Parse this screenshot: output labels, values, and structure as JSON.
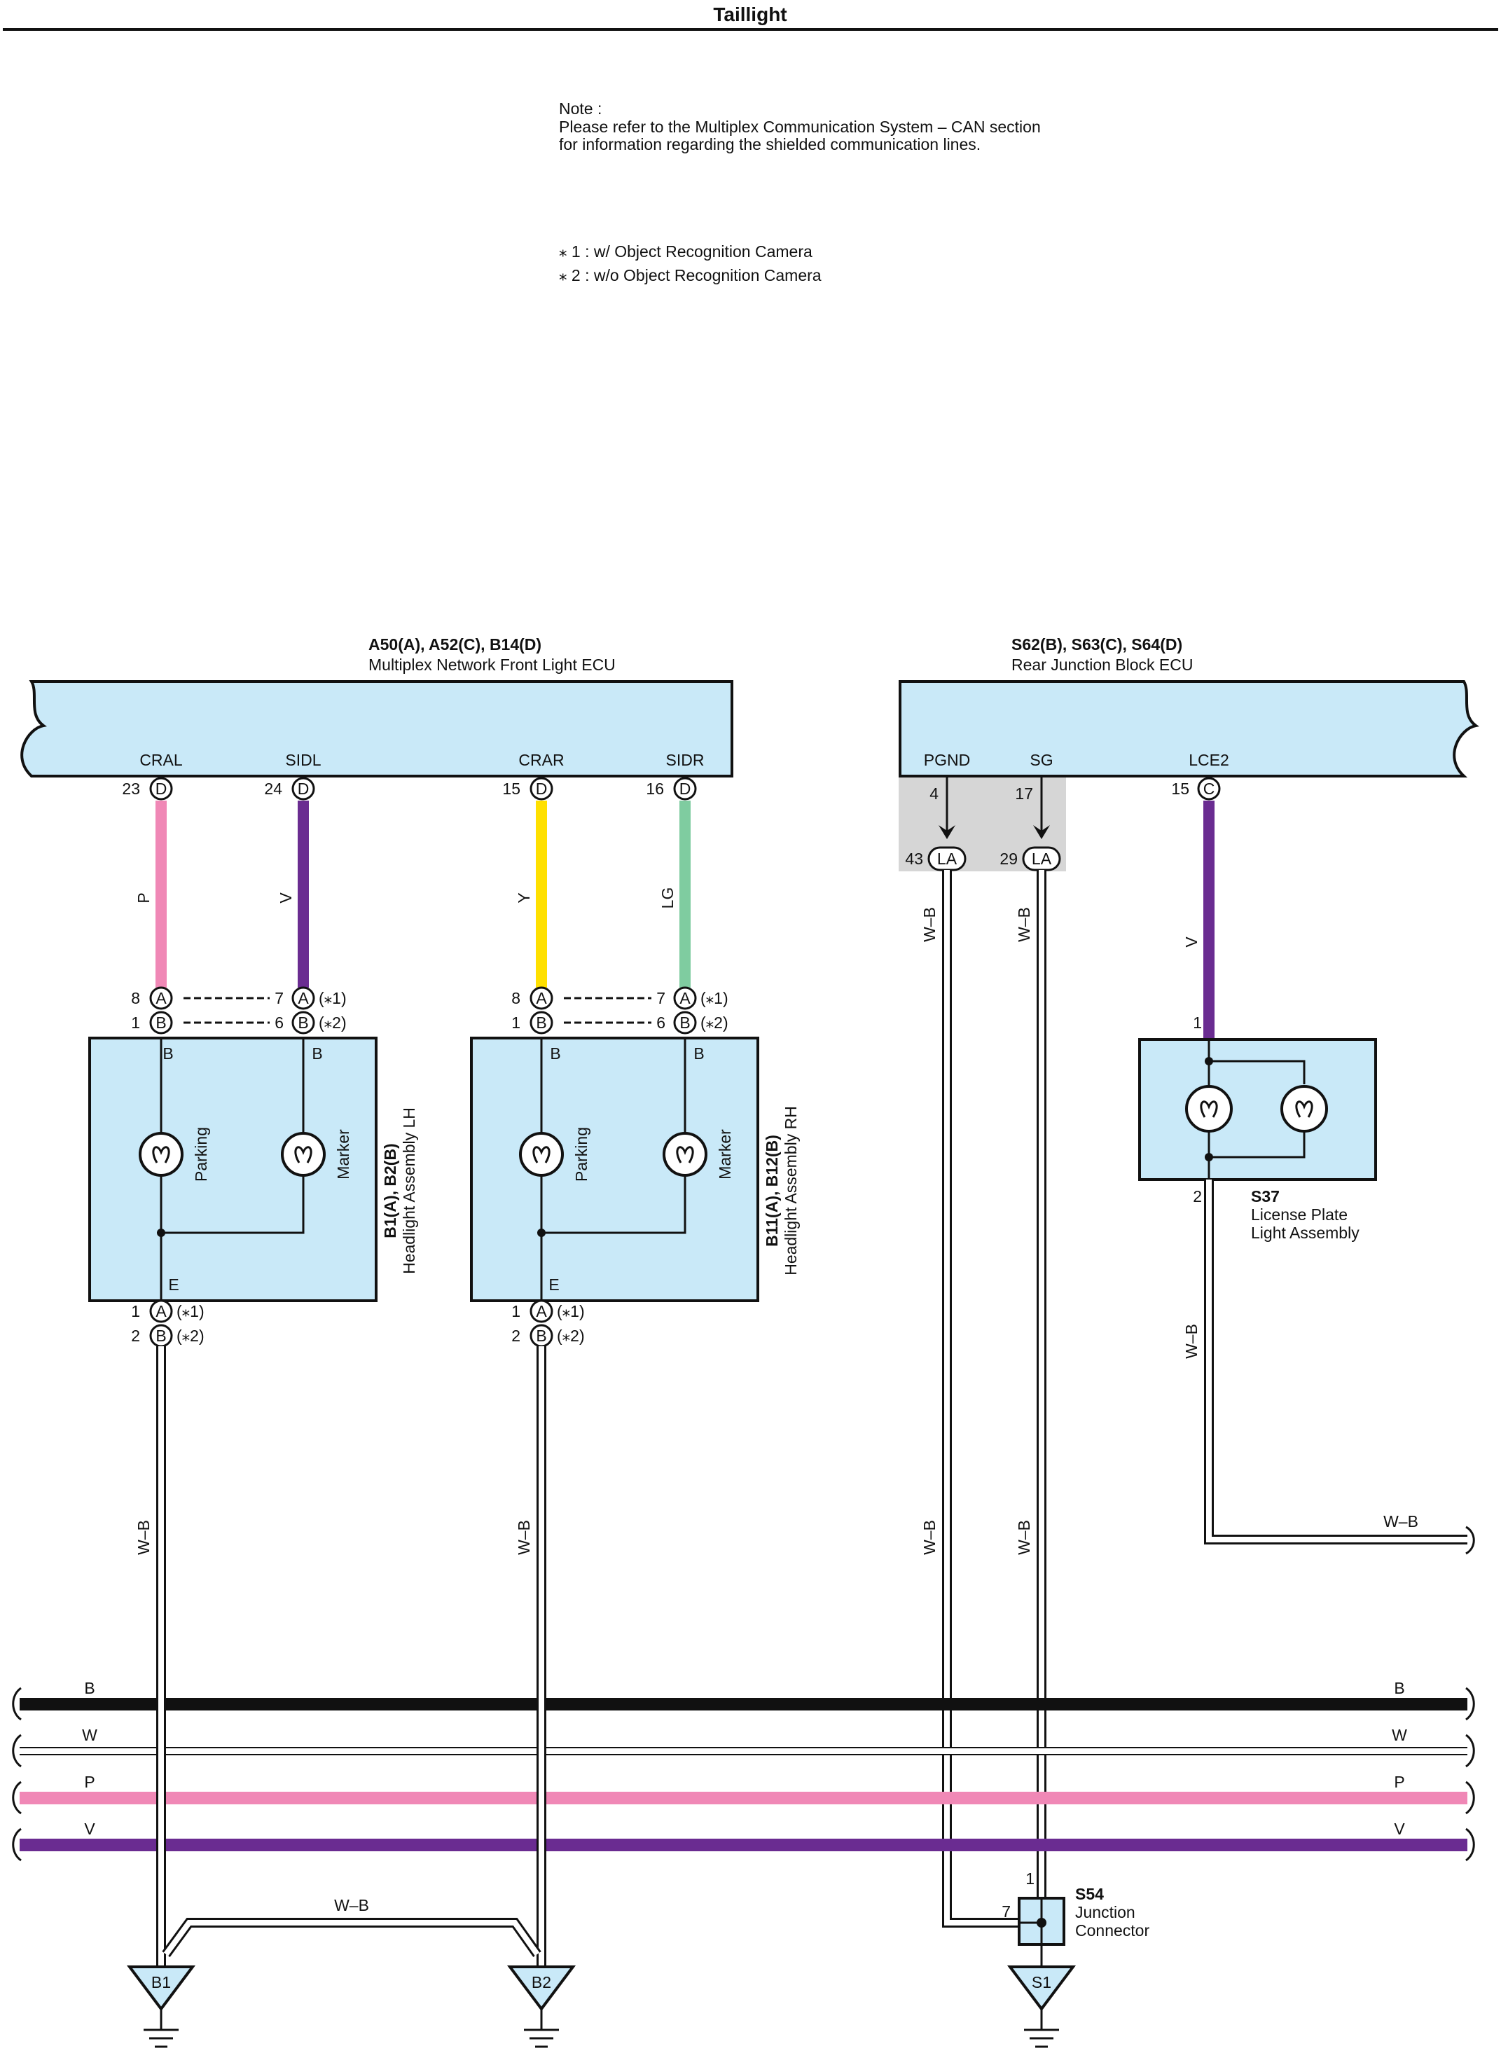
{
  "title": "Taillight",
  "note": {
    "heading": "Note :",
    "line1": "Please refer to the Multiplex Communication System – CAN section",
    "line2": "for information regarding the shielded communication lines."
  },
  "variants": {
    "v1": "⁎ 1 : w/ Object Recognition Camera",
    "v2": "⁎ 2 : w/o Object Recognition Camera"
  },
  "front_ecu": {
    "codes": "A50(A), A52(C), B14(D)",
    "name": "Multiplex Network Front Light ECU",
    "terminals": [
      {
        "name": "CRAL",
        "pin": "23",
        "conn": "D",
        "wire": "P"
      },
      {
        "name": "SIDL",
        "pin": "24",
        "conn": "D",
        "wire": "V"
      },
      {
        "name": "CRAR",
        "pin": "15",
        "conn": "D",
        "wire": "Y"
      },
      {
        "name": "SIDR",
        "pin": "16",
        "conn": "D",
        "wire": "LG"
      }
    ]
  },
  "rear_ecu": {
    "codes": "S62(B), S63(C), S64(D)",
    "name": "Rear Junction Block ECU",
    "terminals": [
      {
        "name": "PGND",
        "pin": "4",
        "lower_pin": "43",
        "lower_conn": "LA",
        "wire": "W–B"
      },
      {
        "name": "SG",
        "pin": "17",
        "lower_pin": "29",
        "lower_conn": "LA",
        "wire": "W–B"
      },
      {
        "name": "LCE2",
        "pin": "15",
        "conn": "C",
        "wire": "V"
      }
    ]
  },
  "headlight_lh": {
    "codes": "B1(A), B2(B)",
    "name": "Headlight Assembly LH",
    "pins_top": [
      {
        "pin_a": "8",
        "conn_a": "A",
        "pin_b": "7",
        "conn_b": "A",
        "variant": "(⁎1)"
      },
      {
        "pin_a": "1",
        "conn_a": "B",
        "pin_b": "6",
        "conn_b": "B",
        "variant": "(⁎2)"
      }
    ],
    "internal_label_left": "B",
    "internal_label_right": "B",
    "ground_label": "E",
    "bulbs": [
      "Parking",
      "Marker"
    ],
    "pins_bottom": [
      {
        "pin": "1",
        "conn": "A",
        "variant": "(⁎1)"
      },
      {
        "pin": "2",
        "conn": "B",
        "variant": "(⁎2)"
      }
    ],
    "ground_wire": "W–B",
    "ground_point": "B1"
  },
  "headlight_rh": {
    "codes": "B11(A), B12(B)",
    "name": "Headlight Assembly RH",
    "pins_top": [
      {
        "pin_a": "8",
        "conn_a": "A",
        "pin_b": "7",
        "conn_b": "A",
        "variant": "(⁎1)"
      },
      {
        "pin_a": "1",
        "conn_a": "B",
        "pin_b": "6",
        "conn_b": "B",
        "variant": "(⁎2)"
      }
    ],
    "internal_label_left": "B",
    "internal_label_right": "B",
    "ground_label": "E",
    "bulbs": [
      "Parking",
      "Marker"
    ],
    "pins_bottom": [
      {
        "pin": "1",
        "conn": "A",
        "variant": "(⁎1)"
      },
      {
        "pin": "2",
        "conn": "B",
        "variant": "(⁎2)"
      }
    ],
    "ground_wire": "W–B",
    "ground_point": "B2"
  },
  "license": {
    "code": "S37",
    "name_line1": "License Plate",
    "name_line2": "Light Assembly",
    "pin_in": "1",
    "pin_out": "2",
    "out_wire": "W–B",
    "continue_wire": "W–B"
  },
  "junction": {
    "code": "S54",
    "name_line1": "Junction",
    "name_line2": "Connector",
    "pin_top": "1",
    "pin_left": "7",
    "ground_point": "S1"
  },
  "link_wire": "W–B",
  "bus": [
    {
      "label": "B",
      "color": "#111111"
    },
    {
      "label": "W",
      "color": "#ffffff"
    },
    {
      "label": "P",
      "color": "#f088b6"
    },
    {
      "label": "V",
      "color": "#6a2c91"
    }
  ],
  "colors": {
    "box_fill": "#c9e9f8",
    "pink": "#f088b6",
    "violet": "#6a2c91",
    "yellow": "#ffe000",
    "light_green": "#7fcca0",
    "shield_gray": "#d6d6d6"
  }
}
